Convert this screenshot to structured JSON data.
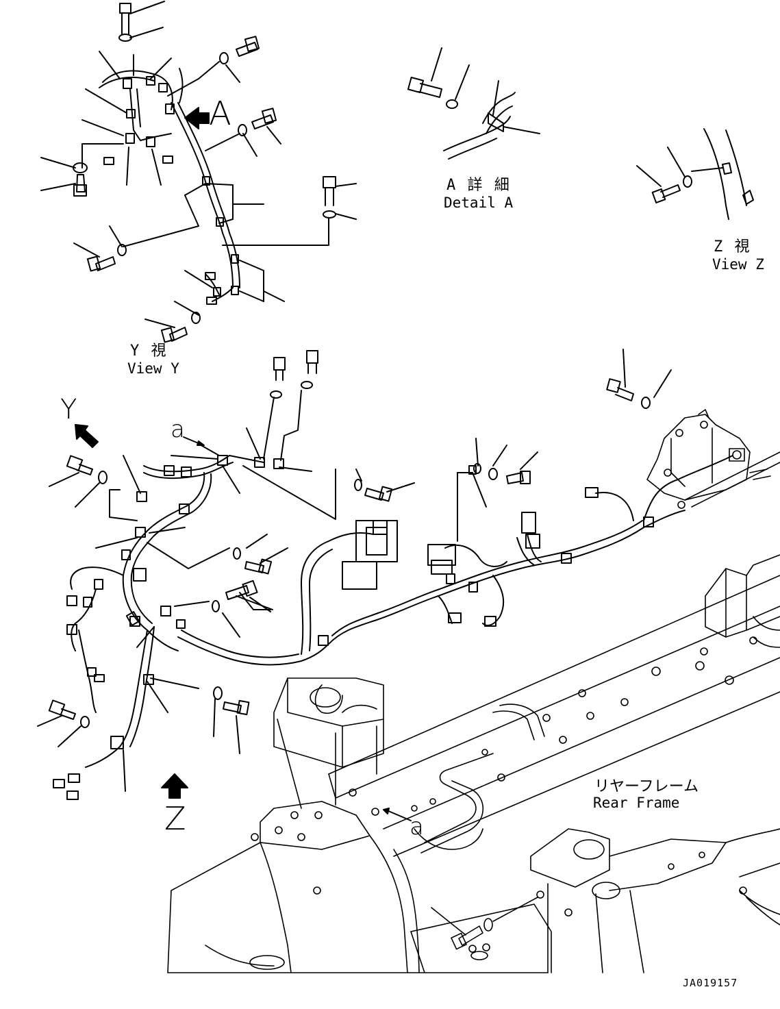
{
  "callouts": {
    "arrow_a": "A",
    "arrow_y": "Y",
    "arrow_z": "Z",
    "mark_a_1": "a",
    "mark_a_2": "a"
  },
  "captions": {
    "detail_a_jp": "A 詳 細",
    "detail_a_en": "Detail A",
    "view_z_jp": "Z 視",
    "view_z_en": "View Z",
    "view_y_jp": "Y 視",
    "view_y_en": "View Y",
    "rear_frame_jp": "リヤーフレーム",
    "rear_frame_en": "Rear Frame"
  },
  "drawing_number": "JA019157",
  "colors": {
    "line": "#000000",
    "background": "#ffffff"
  }
}
